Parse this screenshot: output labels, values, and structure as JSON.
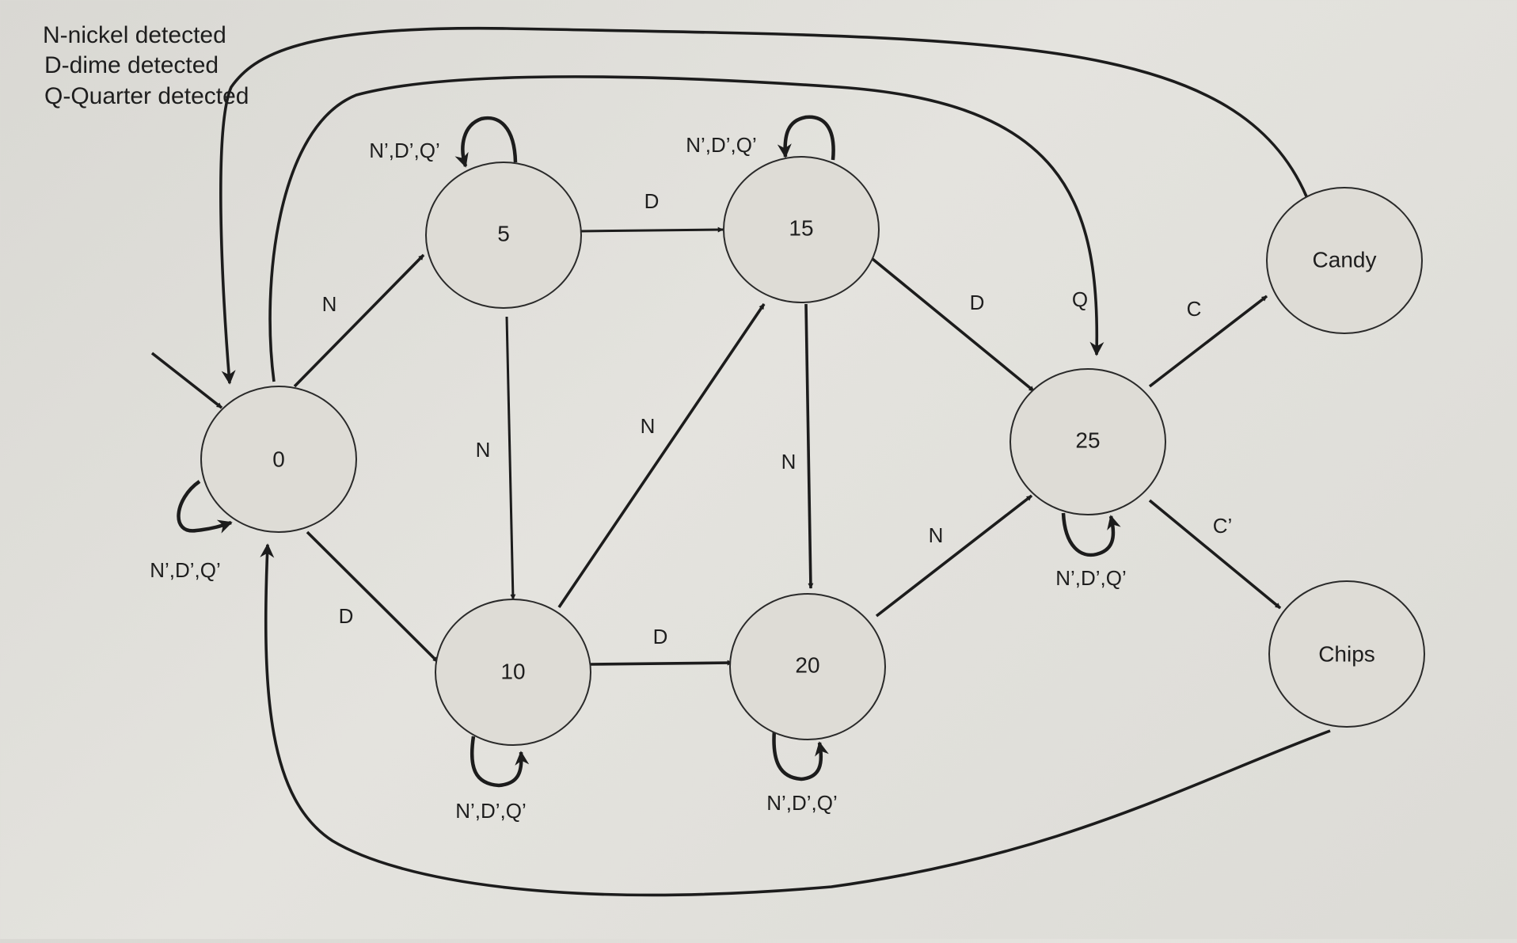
{
  "legend": [
    "N-nickel detected",
    "D-dime detected",
    "Q-Quarter detected"
  ],
  "states": {
    "s0": "0",
    "s5": "5",
    "s10": "10",
    "s15": "15",
    "s20": "20",
    "s25": "25",
    "candy": "Candy",
    "chips": "Chips"
  },
  "edges": {
    "e0_5": "N",
    "e0_10": "D",
    "e5_15": "D",
    "e5_10": "N",
    "e10_15": "N",
    "e10_20": "D",
    "e15_20": "N",
    "e15_25_d": "D",
    "e15_25_q": "Q",
    "e20_25": "N",
    "e25_candy": "C",
    "e25_chips": "C’"
  },
  "loops": {
    "s0": "N’,D’,Q’",
    "s5": "N’,D’,Q’",
    "s10": "N’,D’,Q’",
    "s15": "N’,D’,Q’",
    "s20": "N’,D’,Q’",
    "s25": "N’,D’,Q’"
  }
}
